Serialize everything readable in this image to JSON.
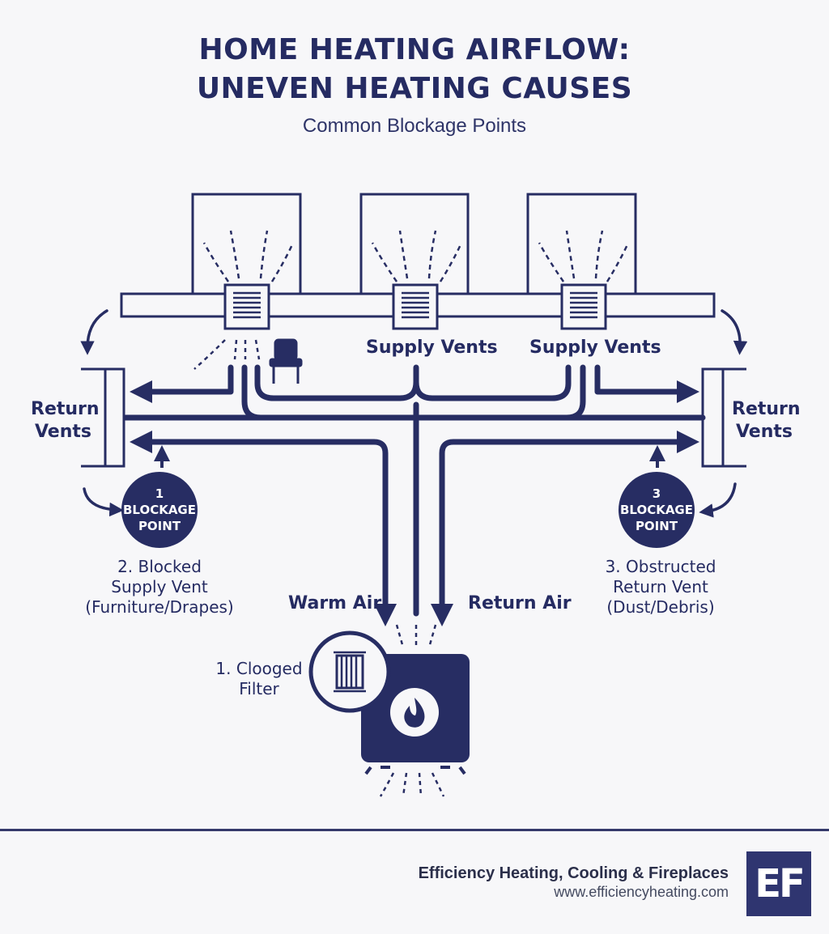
{
  "title": {
    "line1": "HOME HEATING AIRFLOW:",
    "line2": "UNEVEN HEATING CAUSES",
    "subtitle": "Common Blockage Points"
  },
  "labels": {
    "supply_vents_center": "Supply Vents",
    "supply_vents_right": "Supply Vents",
    "return_left_1": "Return",
    "return_left_2": "Vents",
    "return_right_1": "Return",
    "return_right_2": "Vents",
    "warm_air": "Warm Air",
    "return_air": "Return Air"
  },
  "badges": {
    "left": {
      "number": "1",
      "line1": "BLOCKAGE",
      "line2": "POINT"
    },
    "right": {
      "number": "3",
      "line1": "BLOCKAGE",
      "line2": "POINT"
    }
  },
  "captions": {
    "blocked_supply": [
      "2. Blocked",
      "Supply Vent",
      "(Furniture/Drapes)"
    ],
    "obstructed_return": [
      "3. Obstructed",
      "Return Vent",
      "(Dust/Debris)"
    ],
    "clogged_filter": [
      "1. Clooged",
      "Filter"
    ]
  },
  "icons": [
    "vent-grille-icon",
    "chair-icon",
    "filter-icon",
    "flame-icon",
    "furnace-icon",
    "curved-arrow-icon"
  ],
  "colors": {
    "primary": "#272d63",
    "background": "#f7f7f9"
  },
  "footer": {
    "company": "Efficiency Heating, Cooling & Fireplaces",
    "url": "www.efficiencyheating.com",
    "logo": "EF"
  }
}
